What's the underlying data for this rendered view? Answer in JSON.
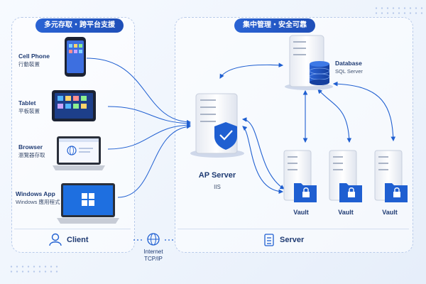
{
  "left_panel": {
    "title": "多元存取・跨平台支援"
  },
  "right_panel": {
    "title": "集中管理・安全可靠"
  },
  "devices": [
    {
      "name": "Cell Phone",
      "sub": "行動裝置",
      "icon": "smartphone-icon"
    },
    {
      "name": "Tablet",
      "sub": "平板裝置",
      "icon": "tablet-icon"
    },
    {
      "name": "Browser",
      "sub": "瀏覽器存取",
      "icon": "browser-laptop-icon"
    },
    {
      "name": "Windows App",
      "sub": "Windows 應用程式",
      "icon": "windows-laptop-icon"
    }
  ],
  "ap_server": {
    "name": "AP Server",
    "sub": "IIS",
    "icon": "shield-server-icon"
  },
  "database": {
    "name": "Database",
    "sub": "SQL Server",
    "icon": "database-server-icon"
  },
  "vaults": [
    {
      "label": "Vault",
      "icon": "locked-folder-icon"
    },
    {
      "label": "Vault",
      "icon": "locked-folder-icon"
    },
    {
      "label": "Vault",
      "icon": "locked-folder-icon"
    }
  ],
  "client_footer": {
    "label": "Client",
    "icon": "user-icon"
  },
  "server_footer": {
    "label": "Server",
    "icon": "server-icon"
  },
  "network": {
    "line1": "Internet",
    "line2": "TCP/IP",
    "icon": "globe-icon"
  },
  "colors": {
    "primary": "#1f5fd1",
    "panel_border": "#b9cbea",
    "server_body": "#f4f6fa"
  }
}
